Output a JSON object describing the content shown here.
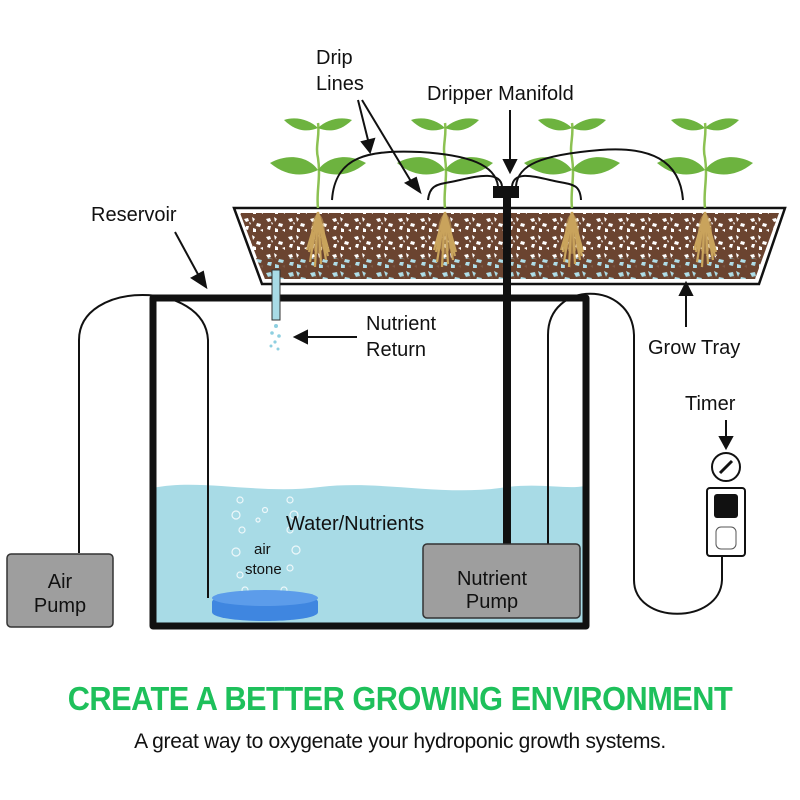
{
  "diagram": {
    "labels": {
      "drip_lines": [
        "Drip",
        "Lines"
      ],
      "dripper_manifold": "Dripper Manifold",
      "reservoir": "Reservoir",
      "nutrient_return": [
        "Nutrient",
        "Return"
      ],
      "grow_tray": "Grow Tray",
      "timer": "Timer",
      "water_nutrients": "Water/Nutrients",
      "air_stone": [
        "air",
        "stone"
      ],
      "air_pump": [
        "Air",
        "Pump"
      ],
      "nutrient_pump": [
        "Nutrient",
        "Pump"
      ]
    },
    "plants_count": 4,
    "colors": {
      "water": "#a8dbe6",
      "pump_box": "#9e9e9e",
      "air_stone": "#3f86e0",
      "leaf": "#6db33f",
      "soil": "#6b4430",
      "roots": "#c9a45c"
    }
  },
  "footer": {
    "headline": "CREATE A BETTER GROWING ENVIRONMENT",
    "subline": "A great way to oxygenate your hydroponic growth systems.",
    "headline_color": "#1ec05b"
  }
}
